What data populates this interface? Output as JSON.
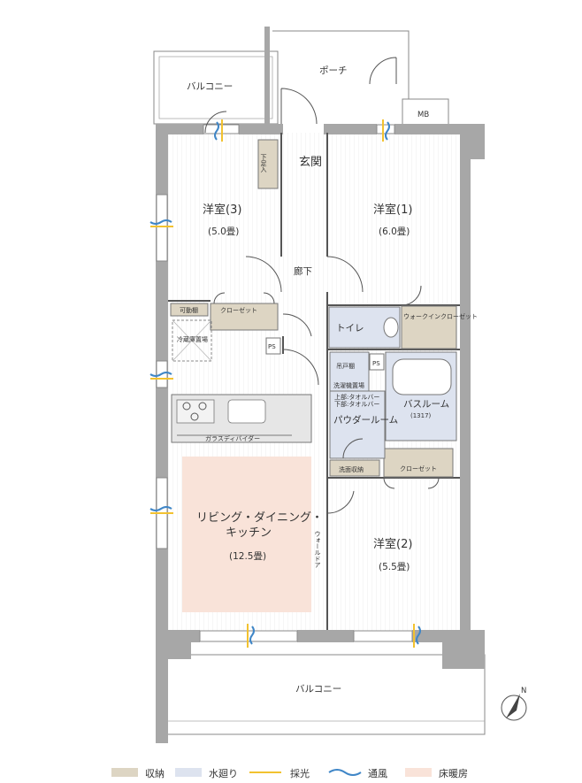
{
  "rooms": {
    "balcony_top": "バルコニー",
    "porch": "ポーチ",
    "mb": "MB",
    "entrance": "玄関",
    "shoe_storage": "下足入",
    "room3_name": "洋室(3)",
    "room3_size": "(5.0畳)",
    "room1_name": "洋室(1)",
    "room1_size": "(6.0畳)",
    "hallway": "廊下",
    "closet_a": "クローゼット",
    "movable_shelf": "可動棚",
    "fridge_space": "冷蔵庫置場",
    "ps_a": "PS",
    "toilet": "トイレ",
    "walk_in_closet": "ウォークインクローゼット",
    "hanging_cabinet": "吊戸棚",
    "ps_b": "PS",
    "washer_space": "洗濯機置場",
    "towel_bar_upper": "上部:タオルバー",
    "towel_bar_lower": "下部:タオルバー",
    "bathroom": "バスルーム",
    "bathroom_size": "(1317)",
    "powder_room": "パウダールーム",
    "linen_storage": "洗面収納",
    "closet_b": "クローゼット",
    "glass_divider": "ガラスディバイダー",
    "ldk_name_1": "リビング・ダイニング・",
    "ldk_name_2": "キッチン",
    "ldk_size": "(12.5畳)",
    "wall_door": "ウォールドア",
    "room2_name": "洋室(2)",
    "room2_size": "(5.5畳)",
    "balcony_bottom": "バルコニー",
    "north": "N"
  },
  "legend": [
    {
      "label": "収納",
      "color": "#ddd5c3"
    },
    {
      "label": "水廻り",
      "color": "#dde3ef"
    },
    {
      "label": "採光",
      "color": "#f2c230"
    },
    {
      "label": "通風",
      "color": "#3f86c7"
    },
    {
      "label": "床暖房",
      "color": "#f9e3d9"
    }
  ],
  "colors": {
    "wall": "#a7a7a7",
    "storage": "#ddd5c3",
    "water": "#dde3ef",
    "floor_heating": "#f9e3d9",
    "light": "#f2c230",
    "wind": "#3f86c7"
  }
}
